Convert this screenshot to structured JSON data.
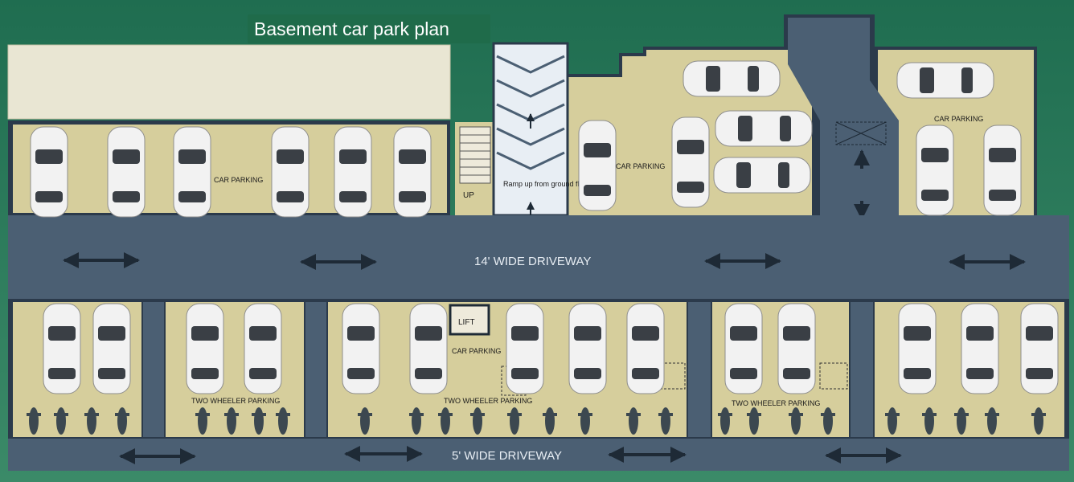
{
  "title": "Basement car park plan",
  "labels": {
    "car_parking": "CAR PARKING",
    "two_wheeler_parking": "TWO WHEELER PARKING",
    "up": "UP",
    "lift": "LIFT",
    "ramp": "Ramp up from ground floor M",
    "driveway_main": "14'  WIDE  DRIVEWAY",
    "driveway_lower": "5'  WIDE  DRIVEWAY"
  },
  "colors": {
    "background": "#2d7a5a",
    "floor": "#d6ce9c",
    "driveway": "#4b5f73",
    "wall": "#2b3a4b",
    "car": "#f2f2f2",
    "ramp": "#e8eef4",
    "arrow": "#1e2a36",
    "strip": "#e9e6d3"
  }
}
